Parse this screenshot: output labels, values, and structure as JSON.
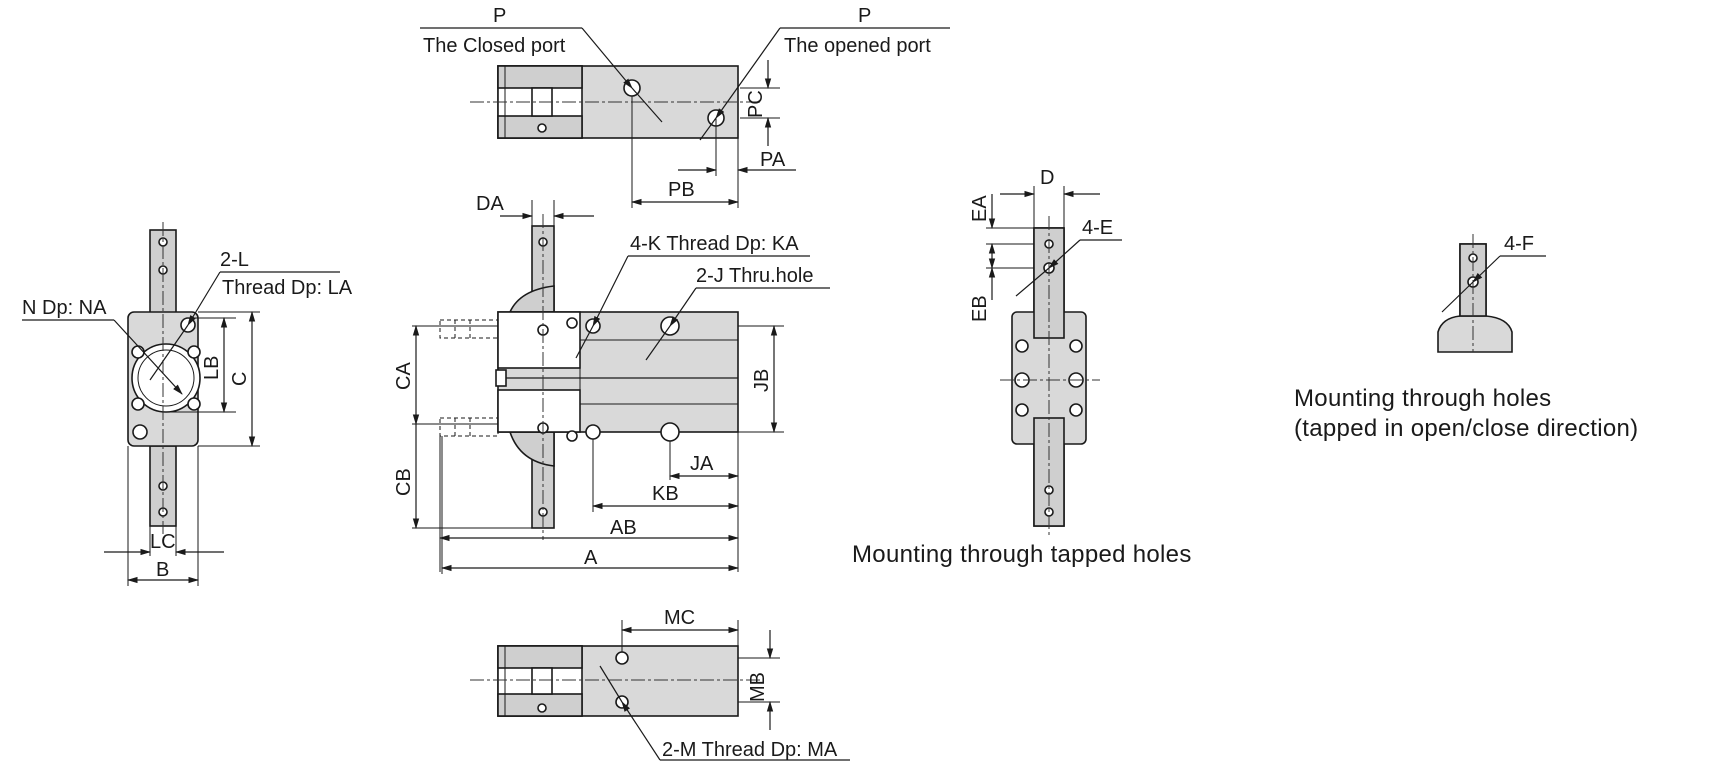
{
  "labels": {
    "p_closed": "P",
    "p_opened": "P",
    "closed_port": "The Closed port",
    "opened_port": "The opened port",
    "pc": "PC",
    "pa": "PA",
    "pb": "PB",
    "da": "DA",
    "thread_k": "4-K Thread Dp: KA",
    "thru_j": "2-J Thru.hole",
    "ca": "CA",
    "cb": "CB",
    "jb": "JB",
    "ja": "JA",
    "kb": "KB",
    "ab": "AB",
    "a": "A",
    "l": "2-L",
    "thread_la": "Thread Dp: LA",
    "n_na": "N Dp: NA",
    "lb": "LB",
    "c": "C",
    "lc": "LC",
    "b": "B",
    "d": "D",
    "ea": "EA",
    "eb": "EB",
    "e4": "4-E",
    "f4": "4-F",
    "mc": "MC",
    "mb": "MB",
    "m_thread": "2-M Thread Dp: MA",
    "caption_tapped": "Mounting through tapped holes",
    "caption_thru_1": "Mounting through holes",
    "caption_thru_2": "(tapped in open/close  direction)"
  }
}
